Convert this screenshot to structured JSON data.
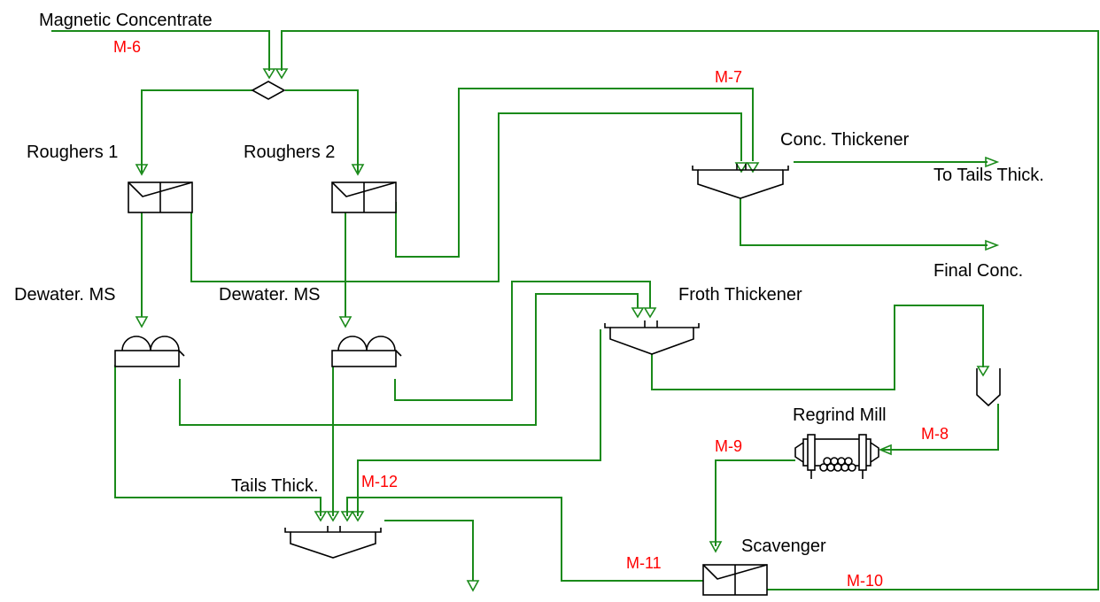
{
  "colors": {
    "stream_line": "#1a8a1a",
    "stream_label": "#ff0000",
    "equipment": "#000000"
  },
  "labels": {
    "magnetic_concentrate": "Magnetic Concentrate",
    "roughers_1": "Roughers 1",
    "roughers_2": "Roughers 2",
    "conc_thickener": "Conc. Thickener",
    "to_tails_thick": "To Tails Thick.",
    "final_conc": "Final Conc.",
    "dewater_ms_1": "Dewater. MS",
    "dewater_ms_2": "Dewater. MS",
    "froth_thickener": "Froth Thickener",
    "regrind_mill": "Regrind Mill",
    "tails_thick": "Tails Thick.",
    "scavenger": "Scavenger"
  },
  "streams": {
    "m6": "M-6",
    "m7": "M-7",
    "m8": "M-8",
    "m9": "M-9",
    "m10": "M-10",
    "m11": "M-11",
    "m12": "M-12"
  }
}
